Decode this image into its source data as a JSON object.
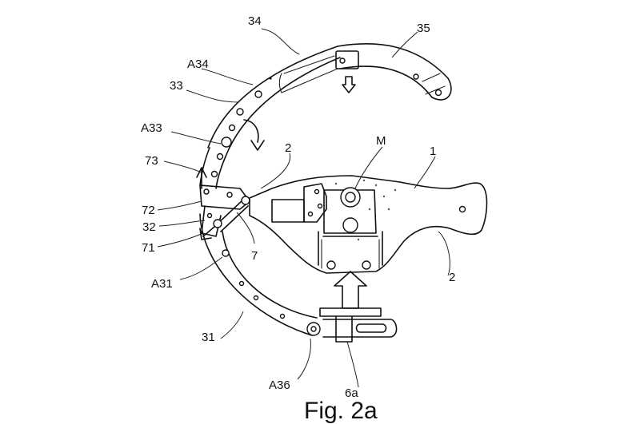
{
  "caption": "Fig. 2a",
  "labels": {
    "l34": "34",
    "l35": "35",
    "lA34": "A34",
    "l33": "33",
    "lA33": "A33",
    "l73": "73",
    "l2_top": "2",
    "lM": "M",
    "l1": "1",
    "l72": "72",
    "l32": "32",
    "l71": "71",
    "l7": "7",
    "lA31": "A31",
    "l2_right": "2",
    "l31": "31",
    "lA36": "A36",
    "l6a": "6a"
  }
}
